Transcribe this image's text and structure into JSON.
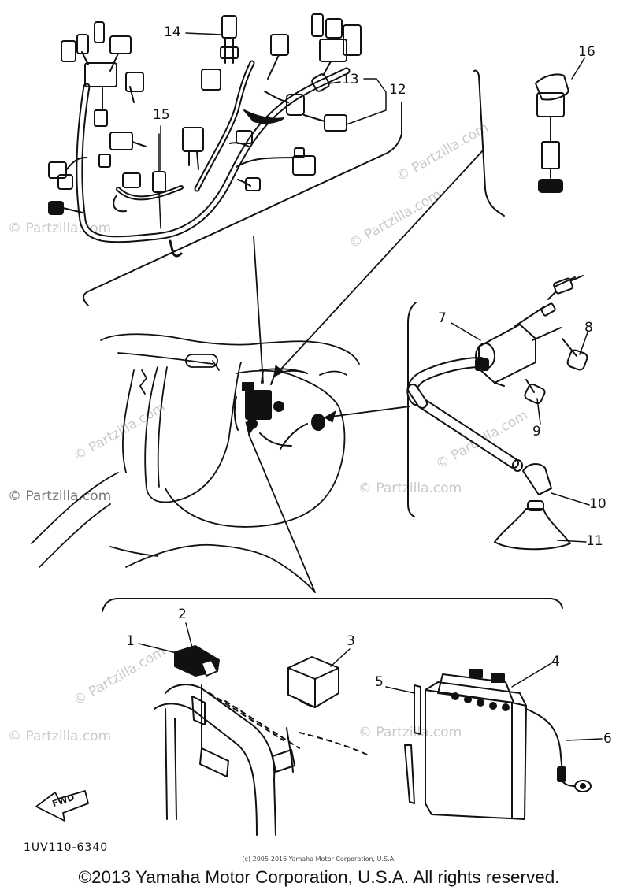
{
  "watermarks": [
    "© Partzilla.com",
    "© Partzilla.com",
    "© Partzilla.com",
    "© Partzilla.com",
    "© Partzilla.com",
    "© Partzilla.com",
    "© Partzilla.com",
    "© Partzilla.com",
    "© Partzilla.com",
    "© Partzilla.com"
  ],
  "callouts": {
    "c1": "1",
    "c2": "2",
    "c3": "3",
    "c4": "4",
    "c5": "5",
    "c6": "6",
    "c7": "7",
    "c8": "8",
    "c9": "9",
    "c10": "10",
    "c11": "11",
    "c12": "12",
    "c13": "13",
    "c14": "14",
    "c15": "15",
    "c16": "16"
  },
  "fwd_label": "FWD",
  "part_code": "1UV110-6340",
  "small_copyright": "(c) 2005-2016 Yamaha Motor Corporation, U.S.A.",
  "footer_copyright": "©2013 Yamaha Motor Corporation, U.S.A. All rights reserved."
}
